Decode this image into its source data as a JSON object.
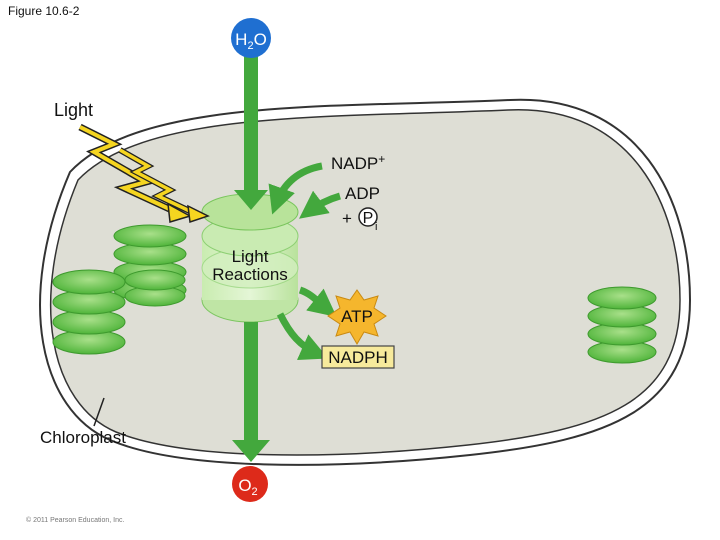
{
  "figure_label": "Figure 10.6-2",
  "labels": {
    "light": "Light",
    "water_base": "H",
    "water_sub": "2",
    "water_tail": "O",
    "nadp_base": "NADP",
    "nadp_sup": "+",
    "adp": "ADP",
    "plus": "+",
    "phosphate": "P",
    "phosphate_sub": "i",
    "reactions_line1": "Light",
    "reactions_line2": "Reactions",
    "atp": "ATP",
    "nadph": "NADPH",
    "chloroplast": "Chloroplast",
    "oxygen_base": "O",
    "oxygen_sub": "2"
  },
  "copyright": "© 2011 Pearson Education, Inc.",
  "colors": {
    "stroma": "#deded5",
    "thylakoid": "#6ccb50",
    "thylakoid_light": "#bde6a1",
    "arrow": "#43a83d",
    "water_circle": "#1f6fd1",
    "oxygen_circle": "#dd2a1a",
    "atp_burst": "#f5b62d",
    "nadph_box": "#f7ea9c",
    "lightning": "#f5d520"
  }
}
